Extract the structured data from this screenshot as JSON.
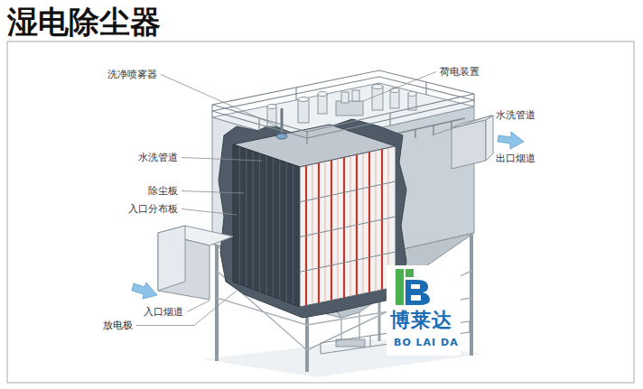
{
  "diagram": {
    "title": "湿电除尘器",
    "labels": [
      "洗净喷雾器",
      "荷电装置",
      "水洗管道",
      "水洗管道",
      "出口烟道",
      "除尘板",
      "入口分布板",
      "入口烟道",
      "放电极",
      "博莱达",
      "BO LAI DA"
    ]
  }
}
